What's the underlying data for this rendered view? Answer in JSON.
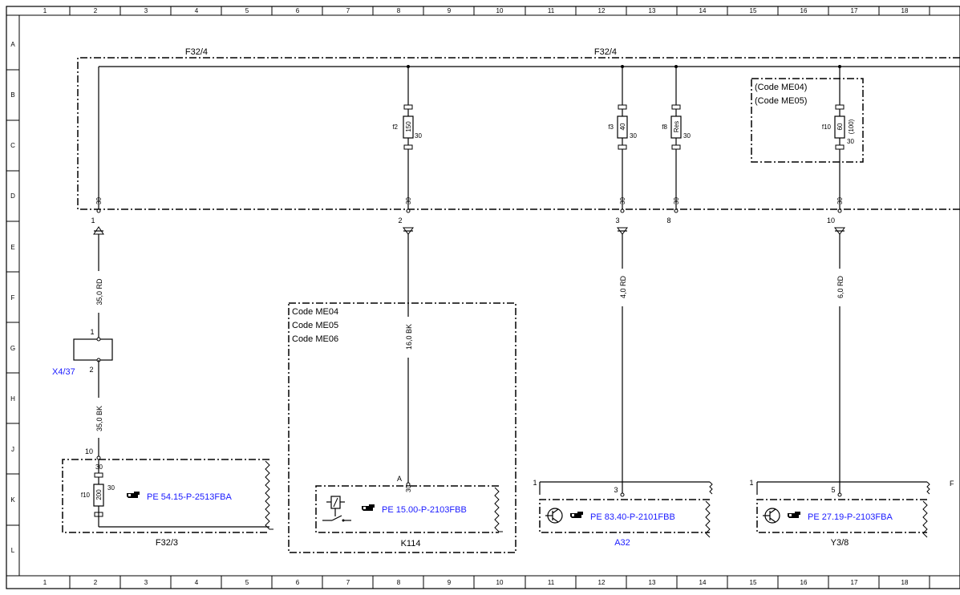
{
  "grid": {
    "columns": [
      "1",
      "2",
      "3",
      "4",
      "5",
      "6",
      "7",
      "8",
      "9",
      "10",
      "11",
      "12",
      "13",
      "14",
      "15",
      "16",
      "17",
      "18"
    ],
    "rows": [
      "A",
      "B",
      "C",
      "D",
      "E",
      "F",
      "G",
      "H",
      "J",
      "K",
      "L"
    ]
  },
  "fusebox": {
    "label_left": "F32/4",
    "label_right": "F32/4",
    "fuses": [
      {
        "name": "f2",
        "rating": "150",
        "terminal": "30",
        "pin_in": "30",
        "pin_out": "2"
      },
      {
        "name": "f3",
        "rating": "40",
        "terminal": "30",
        "pin_in": "30",
        "pin_out": "3"
      },
      {
        "name": "f8",
        "rating": "Res",
        "terminal": "30",
        "pin_in": "30",
        "pin_out": "8"
      },
      {
        "name": "f10",
        "rating": "60",
        "rating2": "(100)",
        "terminal": "30",
        "pin_in": "30",
        "pin_out": "10"
      }
    ],
    "feed_pin_in": "30",
    "feed_pin_out": "1",
    "codes": [
      "(Code ME04)",
      "(Code ME05)"
    ]
  },
  "wires": {
    "w1_top": "35,0 RD",
    "w1_bottom": "35,0 BK",
    "w2": "16,0 BK",
    "w3": "4,0 RD",
    "w4": "6,0 RD"
  },
  "connector_x437": {
    "label": "X4/37",
    "pin_top": "1",
    "pin_bottom": "2"
  },
  "component_f323": {
    "label": "F32/3",
    "pin_in": "10",
    "terminal": "30",
    "fuse_name": "f10",
    "fuse_rating": "200",
    "fuse_terminal": "30",
    "ref": "PE 54.15-P-2513FBA"
  },
  "component_k114": {
    "label": "K114",
    "codes": [
      "Code ME04",
      "Code ME05",
      "Code ME06"
    ],
    "pin": "A",
    "terminal": "30",
    "ref": "PE 15.00-P-2103FBB"
  },
  "component_a32": {
    "label": "A32",
    "bus_pin": "1",
    "pin": "3",
    "ref": "PE 83.40-P-2101FBB"
  },
  "component_y38": {
    "label": "Y3/8",
    "bus_pin": "1",
    "pin": "5",
    "ref": "PE 27.19-P-2103FBA",
    "edge_letter": "F"
  },
  "colors": {
    "line": "#000000",
    "link": "#1a1aff",
    "background": "#ffffff"
  },
  "icons": [
    "pointing-hand-icon",
    "relay-switch-icon",
    "transistor-icon"
  ]
}
